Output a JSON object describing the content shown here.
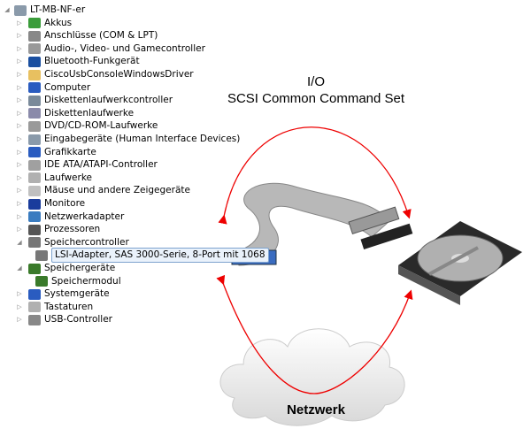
{
  "tree": {
    "root": "LT-MB-NF-er",
    "items": [
      {
        "label": "Akkus",
        "expanded": false,
        "color": "#3a9c3a"
      },
      {
        "label": "Anschlüsse (COM & LPT)",
        "expanded": false,
        "color": "#888888"
      },
      {
        "label": "Audio-, Video- und Gamecontroller",
        "expanded": false,
        "color": "#999999"
      },
      {
        "label": "Bluetooth-Funkgerät",
        "expanded": false,
        "color": "#1a4fa0"
      },
      {
        "label": "CiscoUsbConsoleWindowsDriver",
        "expanded": false,
        "color": "#e8c060"
      },
      {
        "label": "Computer",
        "expanded": false,
        "color": "#2a5cc0"
      },
      {
        "label": "Diskettenlaufwerkcontroller",
        "expanded": false,
        "color": "#7a8a9a"
      },
      {
        "label": "Diskettenlaufwerke",
        "expanded": false,
        "color": "#8a8aaa"
      },
      {
        "label": "DVD/CD-ROM-Laufwerke",
        "expanded": false,
        "color": "#9a9a9a"
      },
      {
        "label": "Eingabegeräte (Human Interface Devices)",
        "expanded": false,
        "color": "#8a9aaa"
      },
      {
        "label": "Grafikkarte",
        "expanded": false,
        "color": "#2a5cc0"
      },
      {
        "label": "IDE ATA/ATAPI-Controller",
        "expanded": false,
        "color": "#a0a0a0"
      },
      {
        "label": "Laufwerke",
        "expanded": false,
        "color": "#b0b0b0"
      },
      {
        "label": "Mäuse und andere Zeigegeräte",
        "expanded": false,
        "color": "#c0c0c0"
      },
      {
        "label": "Monitore",
        "expanded": false,
        "color": "#1a3c9c"
      },
      {
        "label": "Netzwerkadapter",
        "expanded": false,
        "color": "#3a7cc0"
      },
      {
        "label": "Prozessoren",
        "expanded": false,
        "color": "#555555"
      },
      {
        "label": "Speichercontroller",
        "expanded": true,
        "color": "#777777"
      },
      {
        "label": "LSI-Adapter, SAS 3000-Serie, 8-Port mit 1068",
        "child": true,
        "selected": true,
        "color": "#777777"
      },
      {
        "label": "Speichergeräte",
        "expanded": true,
        "color": "#3a7a2a"
      },
      {
        "label": "Speichermodul",
        "child": true,
        "color": "#3a7a2a"
      },
      {
        "label": "Systemgeräte",
        "expanded": false,
        "color": "#2a5cc0"
      },
      {
        "label": "Tastaturen",
        "expanded": false,
        "color": "#b0b0b0"
      },
      {
        "label": "USB-Controller",
        "expanded": false,
        "color": "#888888"
      }
    ]
  },
  "diagram": {
    "io_label": "I/O",
    "protocol_label": "SCSI Common Command Set",
    "network_label": "Netzwerk",
    "arrow_color": "#ee0000"
  }
}
